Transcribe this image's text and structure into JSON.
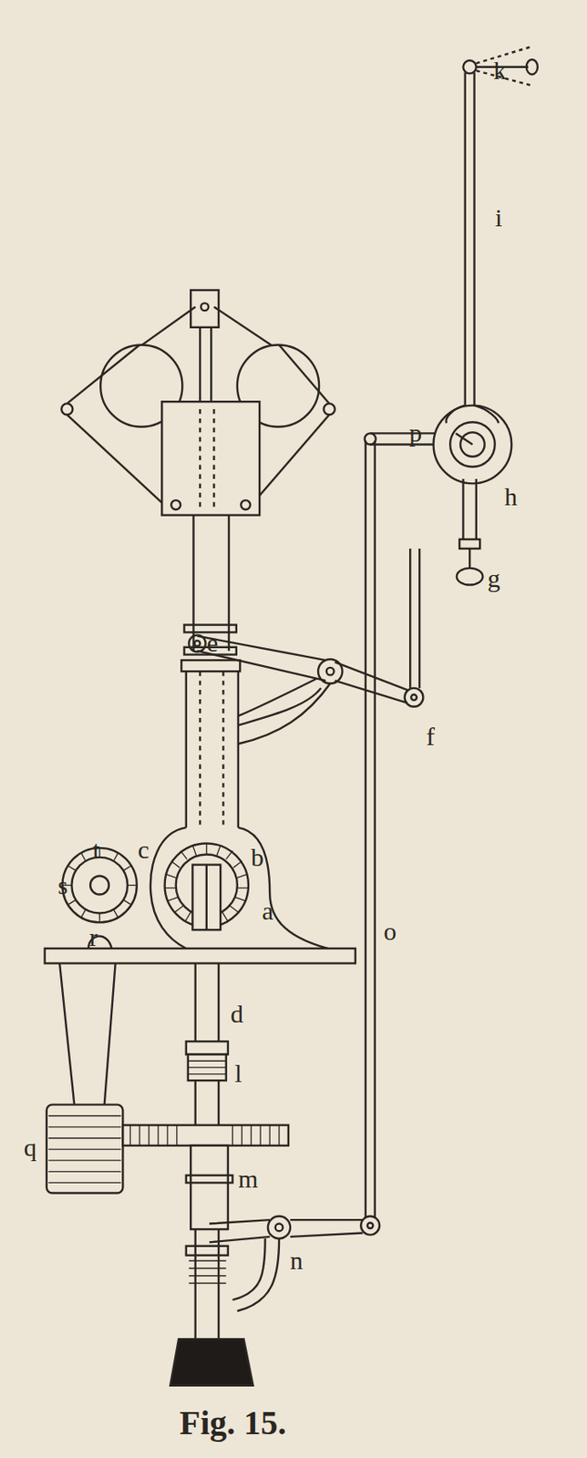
{
  "diagram": {
    "caption": "Fig. 15.",
    "labels": [
      "k",
      "i",
      "p",
      "h",
      "g",
      "e",
      "f",
      "c",
      "b",
      "a",
      "t",
      "s",
      "r",
      "d",
      "l",
      "q",
      "m",
      "n",
      "o"
    ]
  }
}
